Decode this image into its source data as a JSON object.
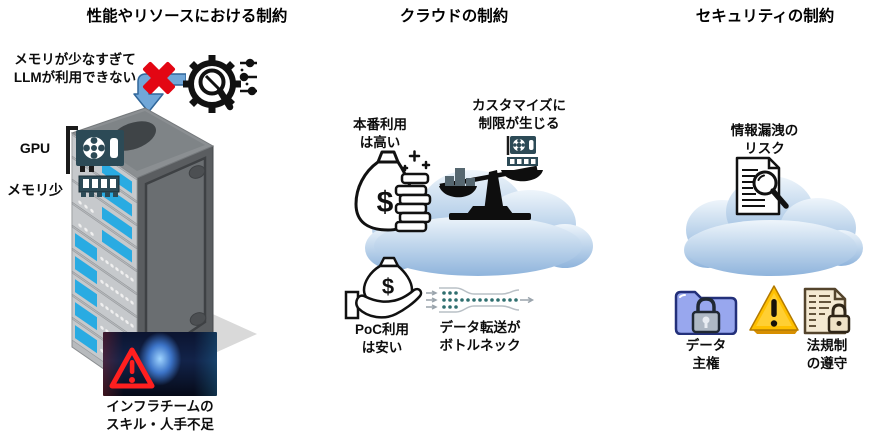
{
  "figure": {
    "columns": [
      {
        "title": "性能やリソースにおける制約",
        "callout": "メモリが少なすぎて\nLLMが利用できない",
        "gpu_label": "GPU",
        "memory_label": "メモリ少",
        "caption": "インフラチームの\nスキル・人手不足"
      },
      {
        "title": "クラウドの制約",
        "production_label": "本番利用\nは高い",
        "customization_label": "カスタマイズに\n制限が生じる",
        "poc_label": "PoC利用\nは安い",
        "bottleneck_label": "データ転送が\nボトルネック"
      },
      {
        "title": "セキュリティの制約",
        "leak_label": "情報漏洩の\nリスク",
        "sovereignty_label": "データ\n主権",
        "regulation_label": "法規制\nの遵守"
      }
    ]
  },
  "symbols": {
    "dollar": "$"
  },
  "icons": [
    "gear-search-icon",
    "sliders-icon",
    "red-x-icon",
    "blue-elbow-arrow-icon",
    "server-rack-icon",
    "gpu-card-icon",
    "ram-icon",
    "datacenter-photo",
    "warning-triangle-red-icon",
    "money-bag-coins-icon",
    "balance-scale-icon",
    "cloud-icon",
    "hand-money-bag-icon",
    "bottleneck-icon",
    "document-magnifier-icon",
    "folder-lock-icon",
    "warning-triangle-gold-icon",
    "document-lock-icon",
    "gray-arrow-icon"
  ],
  "colors": {
    "server_panel_blue": "#29abe2",
    "icon_dark_teal": "#2c4a56",
    "alert_red": "#e30613",
    "arrow_blue": "#71a7d8",
    "cloud_blue": "#8fb4dc",
    "warning_gold": "#ffc000",
    "folder_blue": "#98a7ee",
    "document_tan": "#f4e9d2",
    "shadow_gray": "#d9d9d9"
  }
}
